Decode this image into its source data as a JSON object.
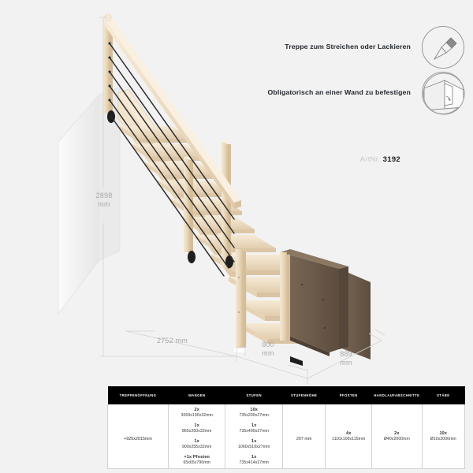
{
  "notices": [
    {
      "id": "paint",
      "text": "Treppe zum Streichen oder Lackieren",
      "icon": "paintbrush-icon"
    },
    {
      "id": "wall",
      "text": "Obligatorisch an einer Wand zu befestigen",
      "icon": "wall-mount-icon"
    }
  ],
  "article": {
    "label": "ArtNr.",
    "value": "3192"
  },
  "dimensions": {
    "height": "2898\nmm",
    "height_value": "2898",
    "height_unit": "mm",
    "depth_value": "2752 mm",
    "width_value": "800\nmm",
    "width_num": "800",
    "width_unit": "mm",
    "side_num": "889",
    "side_unit": "mm"
  },
  "colors": {
    "background": "#f2f2f2",
    "wood_light": "#efe0c8",
    "wood_mid": "#e3cfb0",
    "wood_dark": "#6b5a4a",
    "metal": "#2b2b2b",
    "dimension_line": "#c8c8c8",
    "table_header_bg": "#000000"
  },
  "table": {
    "headers": [
      "TREPPENÖFFNUNG",
      "WANGEN",
      "STUFEN",
      "STUFENHÖHE",
      "PFOSTEN",
      "HANDLAUFABSCHNITTE",
      "STÄBE"
    ],
    "treppenoeffnung": "+925x2015mm",
    "wangen": [
      {
        "qty": "2x",
        "dim": "3069x190x32mm"
      },
      {
        "qty": "1x",
        "dim": "865x250x32mm"
      },
      {
        "qty": "1x",
        "dim": "900x255x32mm"
      },
      {
        "qty": "+1x Pfosten",
        "dim": "65x65x790mm"
      }
    ],
    "stufen": [
      {
        "qty": "10x",
        "dim": "735x200x27mm"
      },
      {
        "qty": "1x",
        "dim": "735x490x27mm"
      },
      {
        "qty": "1x",
        "dim": "1060x519x27mm"
      },
      {
        "qty": "1x",
        "dim": "735x414x27mm"
      }
    ],
    "stufenhoehe": "207 mm",
    "pfosten": {
      "qty": "4x",
      "dim": "1116x100x115mm"
    },
    "handlauf": {
      "qty": "2x",
      "dim": "Ø40x2000mm"
    },
    "staebe": {
      "qty": "10x",
      "dim": "Ø10x2000mm"
    }
  }
}
